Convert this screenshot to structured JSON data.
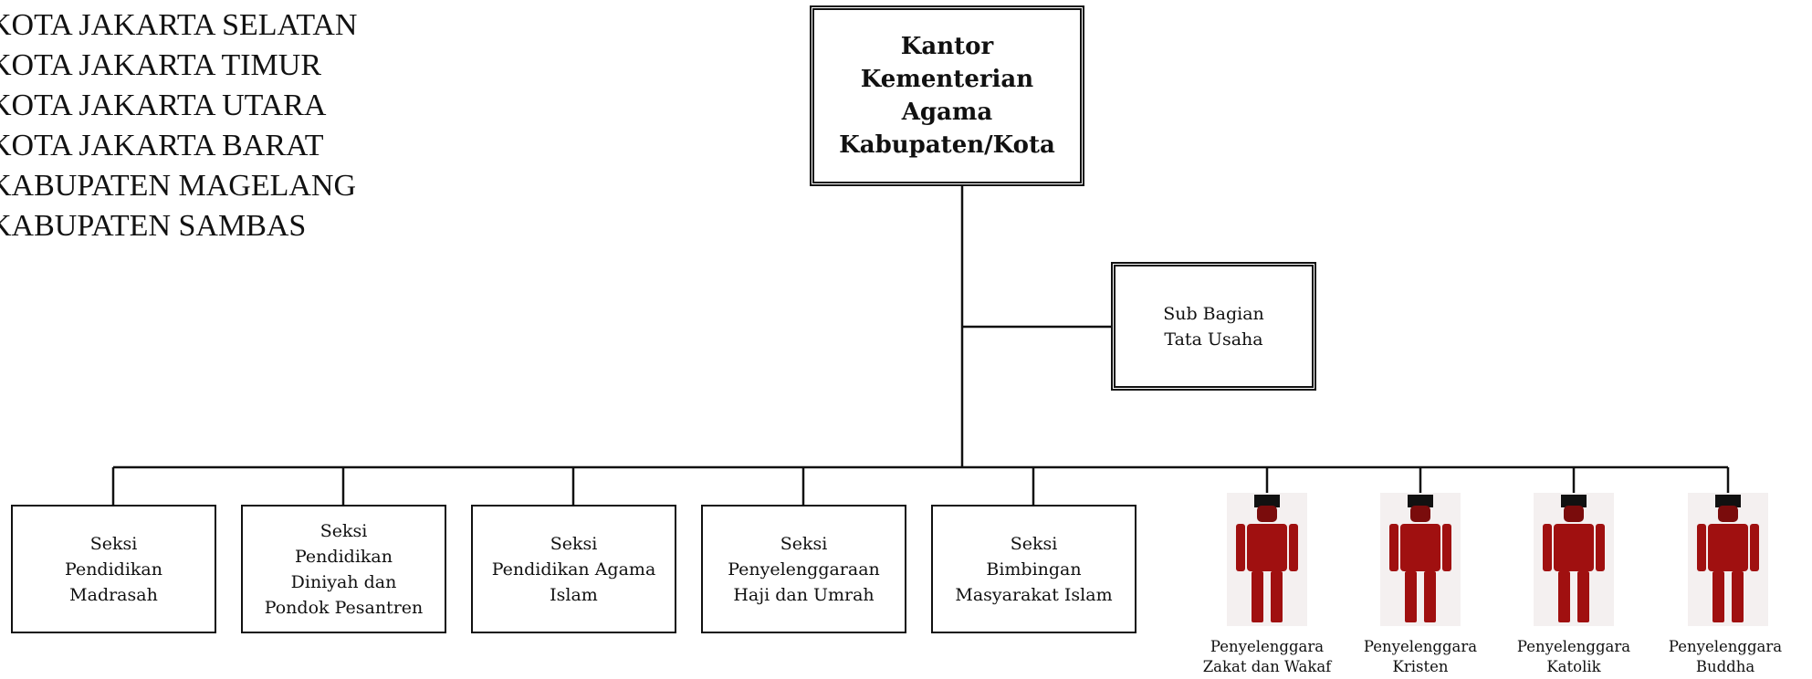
{
  "regions": [
    "KOTA JAKARTA SELATAN",
    "KOTA JAKARTA TIMUR",
    "KOTA JAKARTA UTARA",
    "KOTA JAKARTA BARAT",
    "KABUPATEN MAGELANG",
    "KABUPATEN SAMBAS"
  ],
  "org": {
    "head": {
      "lines": [
        "Kantor",
        "Kementerian",
        "Agama",
        "Kabupaten/Kota"
      ]
    },
    "sub_bagian": {
      "lines": [
        "Sub Bagian",
        "Tata Usaha"
      ]
    },
    "sections": [
      {
        "lines": [
          "Seksi",
          "Pendidikan",
          "Madrasah"
        ]
      },
      {
        "lines": [
          "Seksi",
          "Pendidikan",
          "Diniyah dan",
          "Pondok Pesantren"
        ]
      },
      {
        "lines": [
          "Seksi",
          "Pendidikan Agama",
          "Islam"
        ]
      },
      {
        "lines": [
          "Seksi",
          "Penyelenggaraan",
          "Haji dan Umrah"
        ]
      },
      {
        "lines": [
          "Seksi",
          "Bimbingan",
          "Masyarakat Islam"
        ]
      }
    ],
    "officials": [
      {
        "lines": [
          "Penyelenggara",
          "Zakat dan Wakaf"
        ]
      },
      {
        "lines": [
          "Penyelenggara",
          "Kristen"
        ]
      },
      {
        "lines": [
          "Penyelenggara",
          "Katolik"
        ]
      },
      {
        "lines": [
          "Penyelenggara",
          "Buddha"
        ]
      }
    ]
  },
  "colors": {
    "line": "#111111",
    "person": "#a01010",
    "person_head": "#7a0c0c"
  },
  "icons": {
    "official": "person-icon"
  }
}
